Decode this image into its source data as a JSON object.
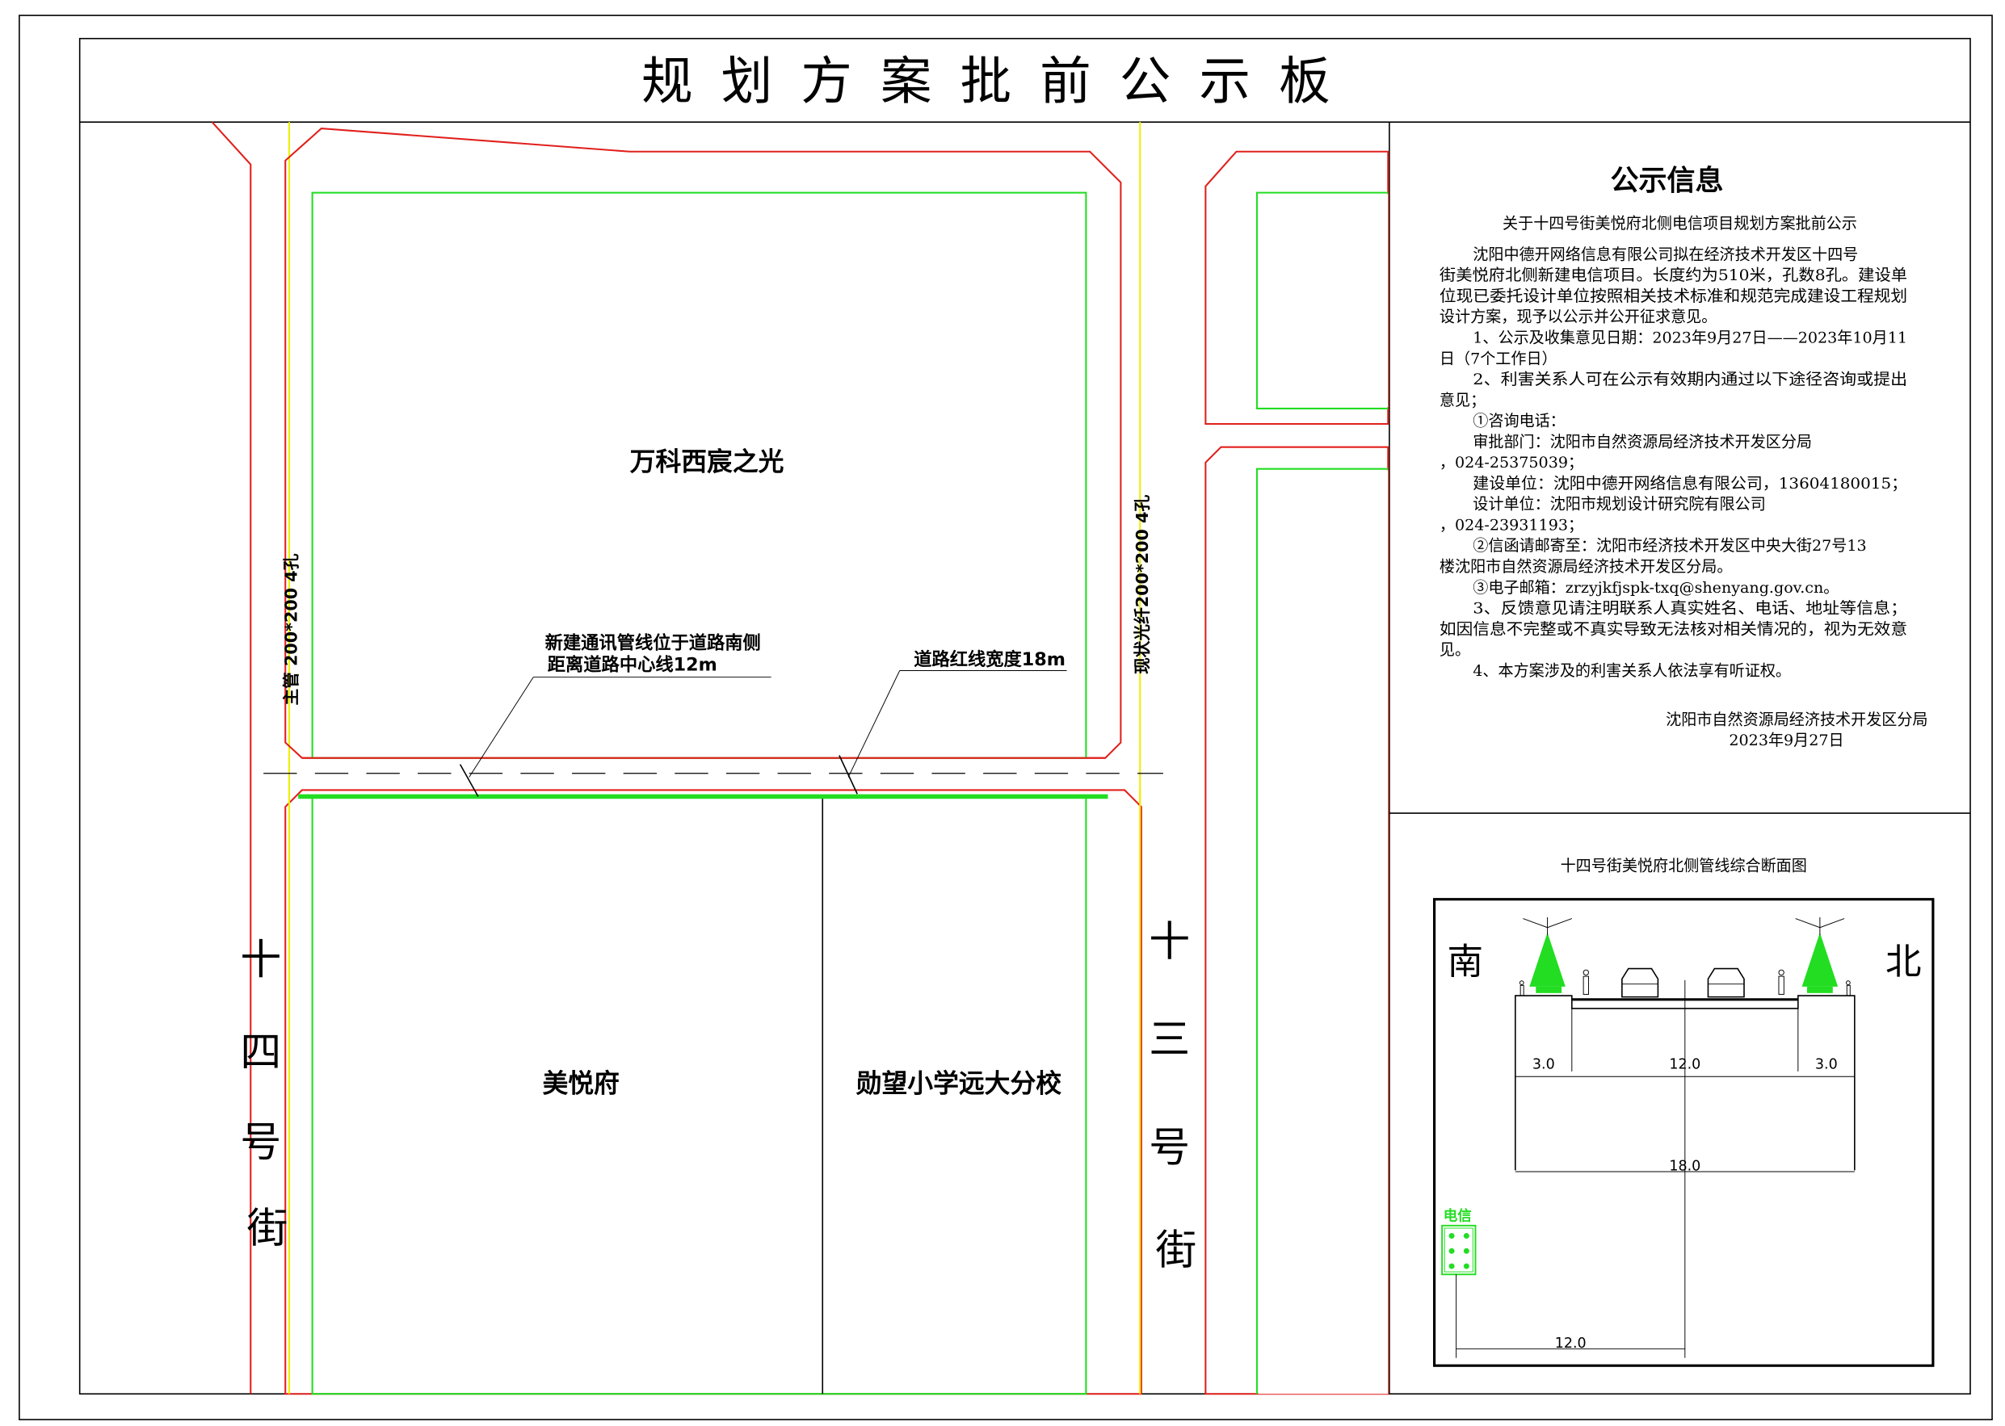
{
  "title": "规划方案批前公示板",
  "map": {
    "plot_north": "万科西宸之光",
    "plot_south_west": "美悦府",
    "plot_south_east": "勋望小学远大分校",
    "road_west": [
      "十",
      "四",
      "号",
      "街"
    ],
    "road_east": [
      "十",
      "三",
      "号",
      "街"
    ],
    "pipe_label_west": "主管 200*200 4孔",
    "pipe_label_east": "现状光纤200*200 4孔",
    "note_line1": "新建通讯管线位于道路南侧",
    "note_line2": "距离道路中心线12m",
    "red_line_note": "道路红线宽度18m"
  },
  "notice": {
    "heading": "公示信息",
    "subtitle": "关于十四号街美悦府北侧电信项目规划方案批前公示",
    "lines": [
      {
        "text": "沈阳中德开网络信息有限公司拟在经济技术开发区十四号",
        "indent": true
      },
      {
        "text": "街美悦府北侧新建电信项目。长度约为510米，孔数8孔。建设单",
        "indent": false
      },
      {
        "text": "位现已委托设计单位按照相关技术标准和规范完成建设工程规划",
        "indent": false
      },
      {
        "text": "设计方案，现予以公示并公开征求意见。",
        "indent": false
      },
      {
        "text": "1、公示及收集意见日期：2023年9月27日——2023年10月11",
        "indent": true
      },
      {
        "text": "日（7个工作日）",
        "indent": false
      },
      {
        "text": "2、利害关系人可在公示有效期内通过以下途径咨询或提出",
        "indent": true
      },
      {
        "text": "意见；",
        "indent": false
      },
      {
        "text": "①咨询电话：",
        "indent": true
      },
      {
        "text": "审批部门：沈阳市自然资源局经济技术开发区分局",
        "indent": true
      },
      {
        "text": "，024-25375039；",
        "indent": false
      },
      {
        "text": "建设单位：沈阳中德开网络信息有限公司，13604180015；",
        "indent": true
      },
      {
        "text": "设计单位：沈阳市规划设计研究院有限公司",
        "indent": true
      },
      {
        "text": "，024-23931193；",
        "indent": false
      },
      {
        "text": "②信函请邮寄至：沈阳市经济技术开发区中央大街27号13",
        "indent": true
      },
      {
        "text": "楼沈阳市自然资源局经济技术开发区分局。",
        "indent": false
      },
      {
        "text": "③电子邮箱：zrzyjkfjspk-txq@shenyang.gov.cn。",
        "indent": true
      },
      {
        "text": "3、反馈意见请注明联系人真实姓名、电话、地址等信息；",
        "indent": true
      },
      {
        "text": "如因信息不完整或不真实导致无法核对相关情况的，视为无效意",
        "indent": false
      },
      {
        "text": "见。",
        "indent": false
      },
      {
        "text": "4、本方案涉及的利害关系人依法享有听证权。",
        "indent": true
      }
    ],
    "signature": "沈阳市自然资源局经济技术开发区分局",
    "date": "2023年9月27日"
  },
  "section": {
    "title": "十四号街美悦府北侧管线综合断面图",
    "south": "南",
    "north": "北",
    "dim_sidewalk_left": "3.0",
    "dim_roadway": "12.0",
    "dim_sidewalk_right": "3.0",
    "dim_total": "18.0",
    "telecom_label": "电信",
    "dim_offset": "12.0",
    "conduit_holes": 6
  },
  "colors": {
    "red_line": "#e0201c",
    "green": "#22dd22",
    "yellow": "#eeee00"
  }
}
